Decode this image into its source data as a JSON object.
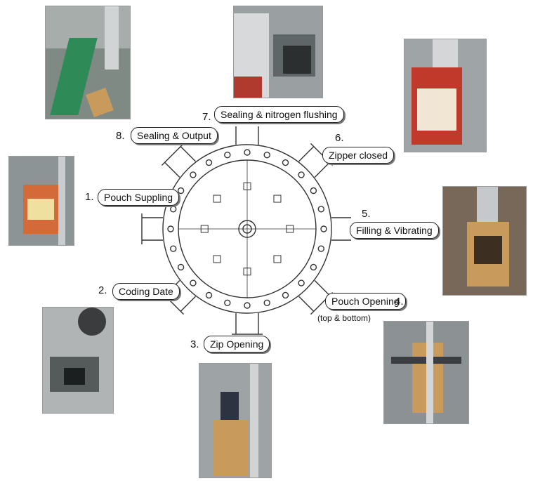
{
  "steps": [
    {
      "num": "1.",
      "label": "Pouch Suppling"
    },
    {
      "num": "2.",
      "label": "Coding Date"
    },
    {
      "num": "3.",
      "label": "Zip Opening"
    },
    {
      "num": "4.",
      "label": "Pouch Opening",
      "note": "(top & bottom)"
    },
    {
      "num": "5.",
      "label": "Filling & Vibrating"
    },
    {
      "num": "6.",
      "label": "Zipper closed"
    },
    {
      "num": "7.",
      "label": "Sealing & nitrogen flushing"
    },
    {
      "num": "8.",
      "label": "Sealing & Output"
    }
  ],
  "colors": {
    "line": "#333333",
    "photo_metal": "#b9bcbd",
    "conveyor": "#2e8b57",
    "pouch_kraft": "#c89a5c",
    "pouch_red": "#c0392b"
  }
}
